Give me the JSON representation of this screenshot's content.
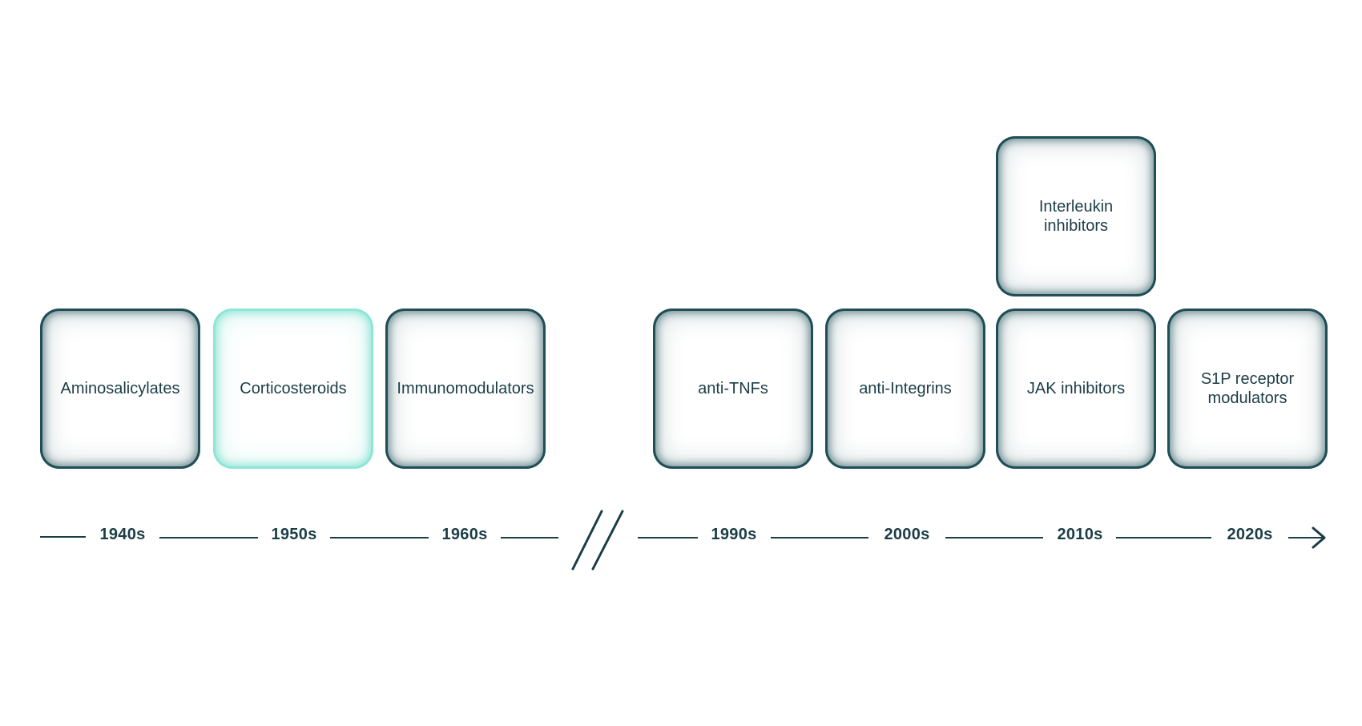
{
  "cards": [
    {
      "label": "Aminosalicylates",
      "highlighted": false
    },
    {
      "label": "Corticosteroids",
      "highlighted": true
    },
    {
      "label": "Immunomodulators",
      "highlighted": false
    },
    {
      "label": "anti-TNFs",
      "highlighted": false
    },
    {
      "label": "anti-Integrins",
      "highlighted": false
    },
    {
      "label": "JAK inhibitors",
      "highlighted": false
    },
    {
      "label": "S1P receptor\nmodulators",
      "highlighted": false
    },
    {
      "label": "Interleukin\ninhibitors",
      "highlighted": false
    }
  ],
  "decades": [
    "1940s",
    "1950s",
    "1960s",
    "1990s",
    "2000s",
    "2010s",
    "2020s"
  ],
  "colors": {
    "dark_teal": "#1b3d47",
    "highlight_aqua": "#8fe6d6"
  }
}
